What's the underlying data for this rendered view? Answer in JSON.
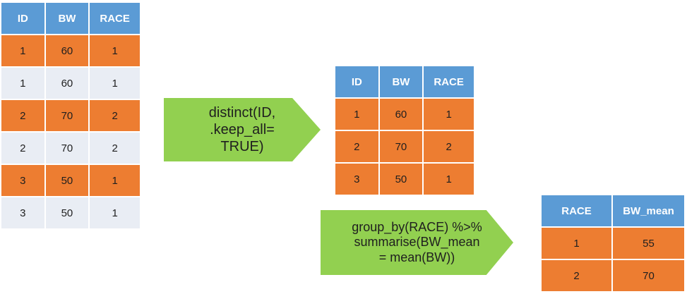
{
  "input_table": {
    "headers": [
      "ID",
      "BW",
      "RACE"
    ],
    "rows": [
      {
        "style": "orange",
        "cells": [
          "1",
          "60",
          "1"
        ]
      },
      {
        "style": "light",
        "cells": [
          "1",
          "60",
          "1"
        ]
      },
      {
        "style": "orange",
        "cells": [
          "2",
          "70",
          "2"
        ]
      },
      {
        "style": "light",
        "cells": [
          "2",
          "70",
          "2"
        ]
      },
      {
        "style": "orange",
        "cells": [
          "3",
          "50",
          "1"
        ]
      },
      {
        "style": "light",
        "cells": [
          "3",
          "50",
          "1"
        ]
      }
    ]
  },
  "distinct_arrow": {
    "lines": [
      "distinct(ID,",
      ".keep_all=",
      "TRUE)"
    ]
  },
  "distinct_table": {
    "headers": [
      "ID",
      "BW",
      "RACE"
    ],
    "rows": [
      {
        "style": "orange",
        "cells": [
          "1",
          "60",
          "1"
        ]
      },
      {
        "style": "orange",
        "cells": [
          "2",
          "70",
          "2"
        ]
      },
      {
        "style": "orange",
        "cells": [
          "3",
          "50",
          "1"
        ]
      }
    ]
  },
  "summarise_arrow": {
    "lines": [
      "group_by(RACE) %>%",
      "summarise(BW_mean",
      "= mean(BW))"
    ]
  },
  "summary_table": {
    "headers": [
      "RACE",
      "BW_mean"
    ],
    "rows": [
      {
        "style": "orange",
        "cells": [
          "1",
          "55"
        ]
      },
      {
        "style": "orange",
        "cells": [
          "2",
          "70"
        ]
      }
    ]
  },
  "colors": {
    "header_blue": "#5b9bd5",
    "row_orange": "#ed7d31",
    "row_light": "#e9edf4",
    "arrow_green": "#92d050"
  }
}
